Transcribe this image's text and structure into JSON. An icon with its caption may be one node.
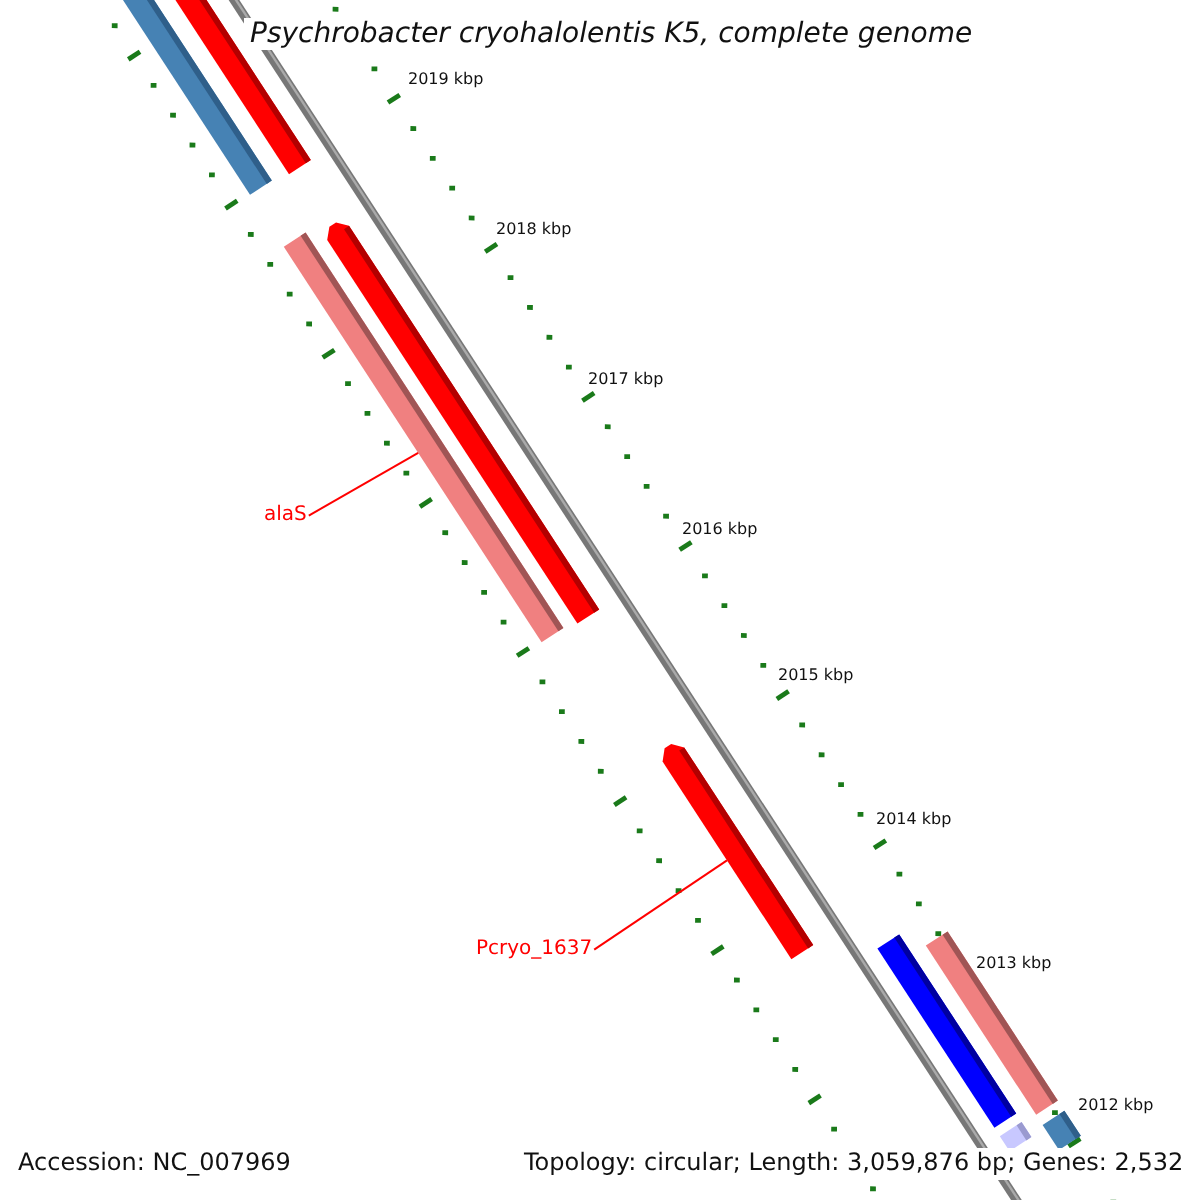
{
  "diagram": {
    "title": "Psychrobacter cryohalolentis K5, complete genome",
    "nodes": [
      {
        "text": [],
        "shape": "bar"
      },
      {
        "text": [],
        "shape": "bar"
      },
      {
        "text": [],
        "shape": "bar"
      },
      {
        "text": [],
        "shape": "bar"
      },
      {
        "text": [
          "alaS"
        ]
      },
      {
        "text": [],
        "shape": "bar"
      },
      {
        "text": [
          "Pcryo_1637"
        ]
      },
      {
        "text": [],
        "shape": "bar"
      },
      {
        "text": [],
        "shape": "bar"
      },
      {
        "text": [],
        "shape": "bar"
      },
      {
        "text": [],
        "shape": "bar"
      }
    ],
    "edges": [
      {
        "from": 4,
        "to": 2,
        "arrow": "none"
      },
      {
        "from": 6,
        "to": 5,
        "arrow": "none"
      }
    ],
    "labels": [
      "2019 kbp",
      "2018 kbp",
      "2017 kbp",
      "2016 kbp",
      "2015 kbp",
      "2014 kbp",
      "2013 kbp",
      "2012 kbp",
      "Accession: NC_007969",
      "Topology: circular; Length: 3,059,876 bp; Genes: 2,532"
    ]
  }
}
